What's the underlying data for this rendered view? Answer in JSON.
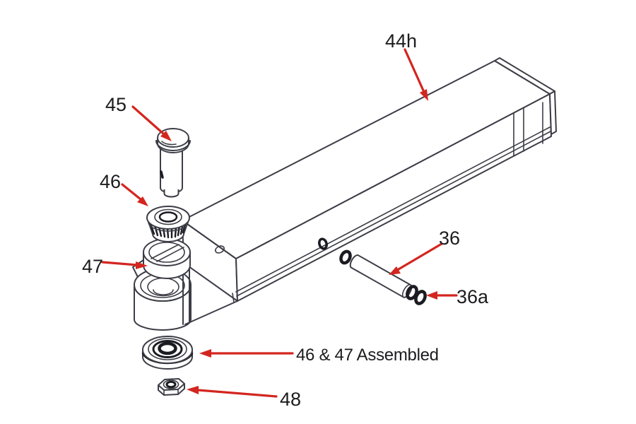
{
  "diagram": {
    "colors": {
      "background": "#ffffff",
      "fill": "#ffffff",
      "line": "#3d3d47",
      "dark": "#1b1b22",
      "arrow": "#d3261f",
      "label": "#1c1c1f"
    },
    "callouts": {
      "c44h": {
        "label": "44h"
      },
      "c45": {
        "label": "45"
      },
      "c46": {
        "label": "46"
      },
      "c47": {
        "label": "47"
      },
      "c36": {
        "label": "36"
      },
      "c36a": {
        "label": "36a"
      },
      "cassembled": {
        "label": "46 & 47 Assembled"
      },
      "c48": {
        "label": "48"
      }
    }
  }
}
